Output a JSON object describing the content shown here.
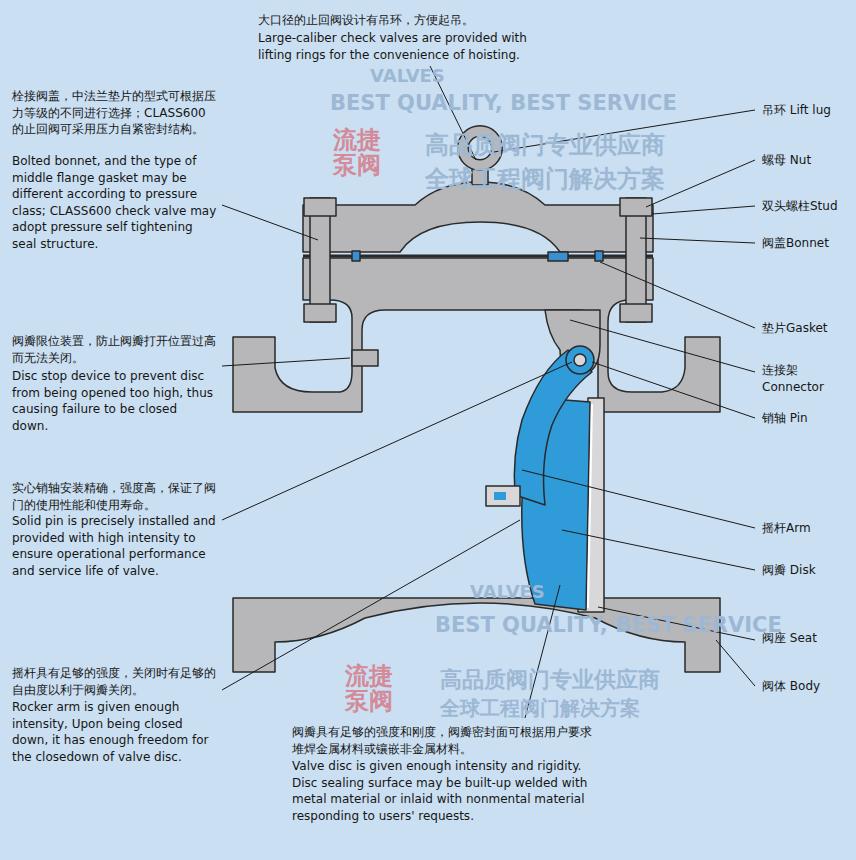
{
  "diagram": {
    "labels": [
      "大口径的止回阀设计有吊环，方便起吊。",
      "Large-caliber check valves are provided with lifting rings for the convenience of hoisting.",
      "栓接阀盖，中法兰垫片的型式可根据压力等级的不同进行选择；CLASS600的止回阀可采用压力自紧密封结构。",
      "Bolted bonnet, and the type of middle flange gasket may be different according to pressure class; CLASS600 check valve may adopt pressure self tightening seal structure.",
      "阀瓣限位装置，防止阀瓣打开位置过高而无法关闭。",
      "Disc stop device to prevent disc from being opened too high, thus causing failure to be closed down.",
      "实心销轴安装精确，强度高，保证了阀门的使用性能和使用寿命。",
      "Solid pin is precisely installed and provided with high intensity to ensure operational performance and service life of valve.",
      "摇杆具有足够的强度，关闭时有足够的自由度以利于阀瓣关闭。",
      "Rocker arm is given enough intensity, Upon being closed down, it has enough freedom for the closedown of valve disc.",
      "阀瓣具有足够的强度和刚度，阀瓣密封面可根据用户要求堆焊金属材料或镶嵌非金属材料。",
      "Valve disc is given enough intensity and rigidity. Disc sealing surface may be built-up welded with metal material or inlaid with nonmental material responding to users' requests.",
      "吊环 Lift lug",
      "螺母 Nut",
      "双头螺柱Stud",
      "阀盖Bonnet",
      "垫片Gasket",
      "连接架 Connector",
      "销轴 Pin",
      "摇杆Arm",
      "阀瓣 Disk",
      "阀座 Seat",
      "阀体 Body",
      "BEST QUALITY, BEST SERVICE",
      "流捷泵阀",
      "高品质阀门专业供应商",
      "全球工程阀门解决方案",
      "VALVES",
      "VALVES",
      "BEST QUALITY, BEST SERVICE",
      "流捷泵阀",
      "高品质阀门专业供应商",
      "全球工程阀门解决方案"
    ]
  }
}
